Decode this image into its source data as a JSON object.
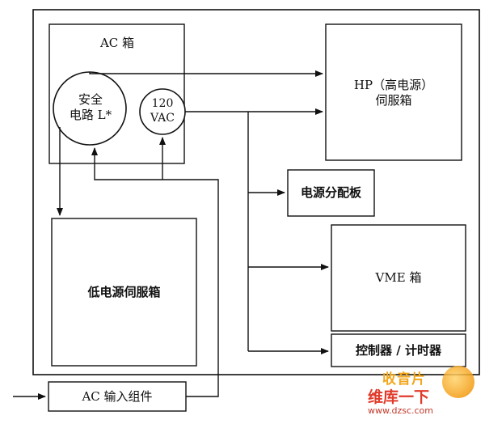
{
  "diagram": {
    "ac_box_label": "AC 箱",
    "safety_circuit_label_line1": "安全",
    "safety_circuit_label_line2": "电路 L*",
    "vac_label_line1": "120",
    "vac_label_line2": "VAC",
    "hp_servo_label_line1": "HP（高电源）",
    "hp_servo_label_line2": "伺服箱",
    "power_board_label": "电源分配板",
    "low_power_servo_label": "低电源伺服箱",
    "vme_box_label": "VME 箱",
    "controller_timer_label": "控制器 / 计时器",
    "ac_input_label": "AC 输入组件"
  },
  "watermark": {
    "top_text": "收音片",
    "mid_text": "维库一下",
    "url_text": "www.dzsc.com"
  },
  "colors": {
    "line": "#111111",
    "background": "#ffffff"
  }
}
